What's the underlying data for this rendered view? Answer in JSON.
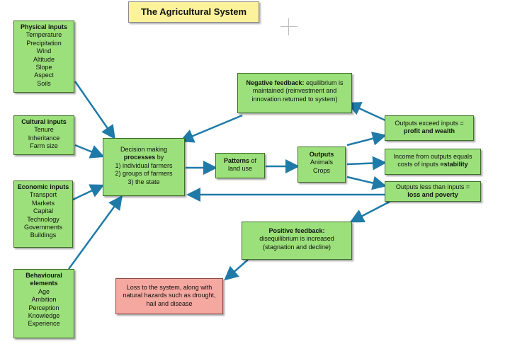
{
  "title": "The Agricultural System",
  "physical_inputs": {
    "heading": "Physical inputs",
    "items": [
      "Temperature",
      "Precipitation",
      "Wind",
      "Altitude",
      "Slope",
      "Aspect",
      "Soils"
    ]
  },
  "cultural_inputs": {
    "heading": "Cultural inputs",
    "items": [
      "Tenure",
      "Inheritance",
      "Farm size"
    ]
  },
  "economic_inputs": {
    "heading": "Economic inputs",
    "items": [
      "Transport",
      "Markets",
      "Capital",
      "Technology",
      "Governments",
      "Buildings"
    ]
  },
  "behavioural_elements": {
    "heading_line1": "Behavioural",
    "heading_line2": "elements",
    "items": [
      "Age",
      "Ambition",
      "Perception",
      "Knowledge",
      "Experience"
    ]
  },
  "decision_making": {
    "line1": "Decision making",
    "bold": "processes",
    "suffix": " by",
    "items": [
      "1) individual farmers",
      "2) groups of farmers",
      "3) the state"
    ]
  },
  "patterns": {
    "bold": "Patterns",
    "suffix": " of",
    "line2": "land use"
  },
  "outputs": {
    "heading": "Outputs",
    "items": [
      "Animals",
      "Crops"
    ]
  },
  "negative_feedback": {
    "bold": "Negative feedback:",
    "text1": " equilibrium is",
    "line2": "maintained (reinvestment and",
    "line3": "innovation returned to system)"
  },
  "outputs_exceed": {
    "line1": "Outputs exceed inputs =",
    "bold": "profit and wealth"
  },
  "income_equals": {
    "line1": "Income from outputs equals",
    "line2_prefix": "costs of inputs ",
    "bold": "=stability"
  },
  "outputs_less": {
    "line1": "Outputs less than inputs =",
    "bold": "loss and poverty"
  },
  "positive_feedback": {
    "bold": "Positive feedback:",
    "line2": "disequilibrium is increased",
    "line3": "(stagnation and decline)"
  },
  "loss_to_system": {
    "line1": "Loss to the system, along with",
    "line2": "natural hazards such as drought,",
    "line3": "hail and disease"
  },
  "colors": {
    "box_fill": "#9be07a",
    "title_fill": "#fcf29b",
    "loss_fill": "#f4a8a0",
    "arrow": "#1f7aa8"
  }
}
